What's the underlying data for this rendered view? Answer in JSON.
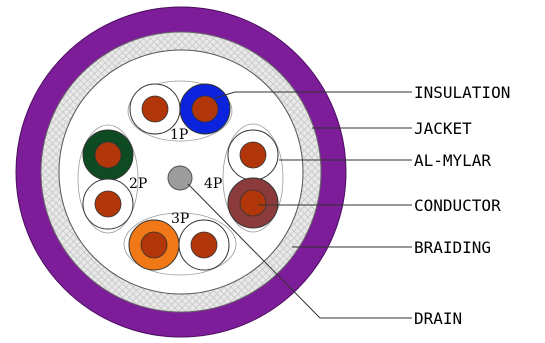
{
  "callouts": {
    "insulation": "INSULATION",
    "jacket": "JACKET",
    "al_mylar": "AL-MYLAR",
    "conductor": "CONDUCTOR",
    "braiding": "BRAIDING",
    "drain": "DRAIN"
  },
  "pairs": {
    "p1": "1P",
    "p2": "2P",
    "p3": "3P",
    "p4": "4P"
  },
  "colors": {
    "jacket": "#7d1d9a",
    "braid_background": "#e9e9e9",
    "braid_pattern": "#c8c8c8",
    "mylar": "#ffffff",
    "conductor": "#b1370a",
    "drain": "#9c9c9c",
    "pair1_color": "#0b23dc",
    "pair2_color": "#0e4a22",
    "pair3_color": "#f07816",
    "pair4_color": "#8b3b3b",
    "outline": "#333333"
  }
}
